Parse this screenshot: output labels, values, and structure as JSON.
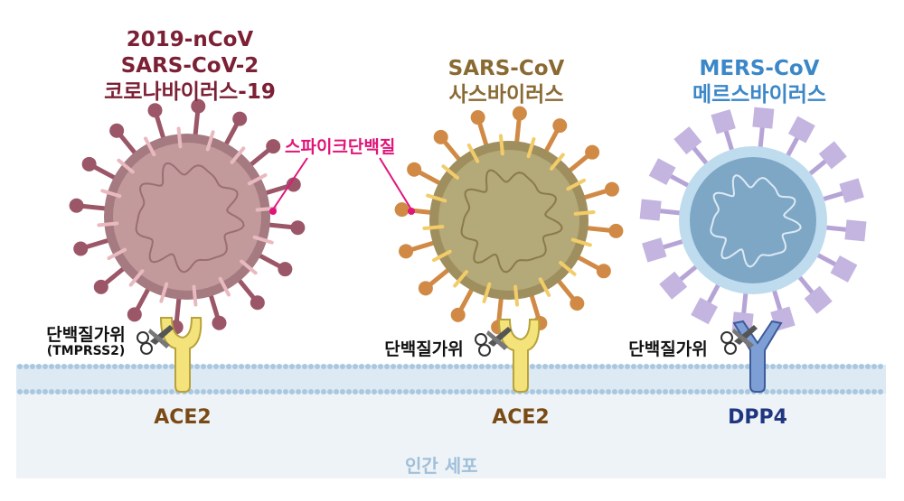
{
  "viruses": [
    {
      "lines": [
        "2019-nCoV",
        "SARS-CoV-2",
        "코로나바이러스-19"
      ],
      "color": "#7c2035"
    },
    {
      "lines": [
        "SARS-CoV",
        "사스바이러스"
      ],
      "color": "#8a6a33"
    },
    {
      "lines": [
        "MERS-CoV",
        "메르스바이러스"
      ],
      "color": "#3b87c8"
    }
  ],
  "spike_label": "스파이크단백질",
  "protease": {
    "left": "단백질가위",
    "left_sub": "(TMPRSS2)",
    "middle": "단백질가위",
    "right": "단백질가위"
  },
  "receptors": [
    {
      "name": "ACE2",
      "color": "#7a4a14"
    },
    {
      "name": "ACE2",
      "color": "#7a4a14"
    },
    {
      "name": "DPP4",
      "color": "#1f3580"
    }
  ],
  "cell_label": "인간 세포",
  "colors": {
    "cell_bg": "#eef3f7",
    "membrane": "#a9c8e0",
    "ace2": "#f4e37a",
    "dpp4": "#7d9fd6"
  }
}
